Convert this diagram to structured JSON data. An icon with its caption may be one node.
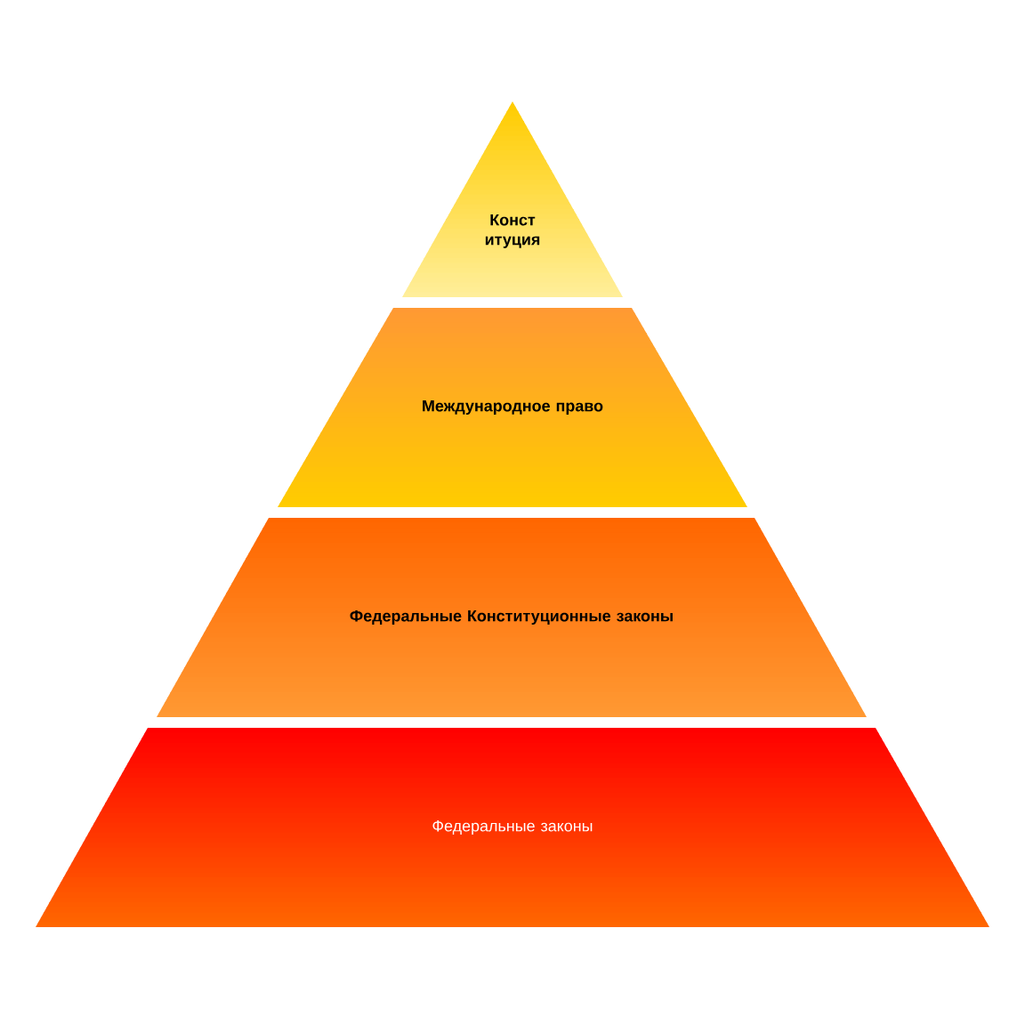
{
  "diagram": {
    "nodes": [
      {
        "text": [
          "Конст итуция"
        ]
      },
      {
        "text": [
          "Международное право"
        ]
      },
      {
        "text": [
          "Федеральные Конституционные законы"
        ]
      },
      {
        "text": [
          "Федеральные законы"
        ]
      }
    ]
  }
}
